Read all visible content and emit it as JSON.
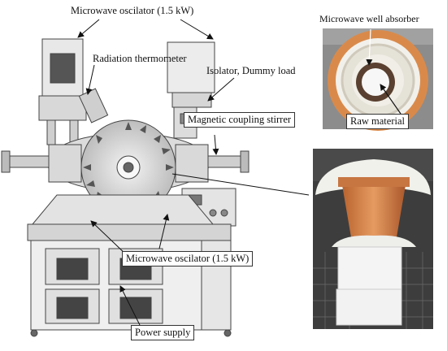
{
  "labels": {
    "osc_top": "Microwave oscilator (1.5 kW)",
    "thermo": "Radiation thermometer",
    "isolator": "Isolator, Dummy load",
    "stirrer": "Magnetic coupling stirrer",
    "osc_bottom": "Microwave oscilator (1.5 kW)",
    "power": "Power supply",
    "absorber": "Microwave well absorber",
    "raw": "Raw material"
  },
  "icons": {
    "apparatus": "microwave-apparatus-photo",
    "top_photo": "crucible-top-view-photo",
    "side_photo": "crucible-side-view-photo"
  }
}
